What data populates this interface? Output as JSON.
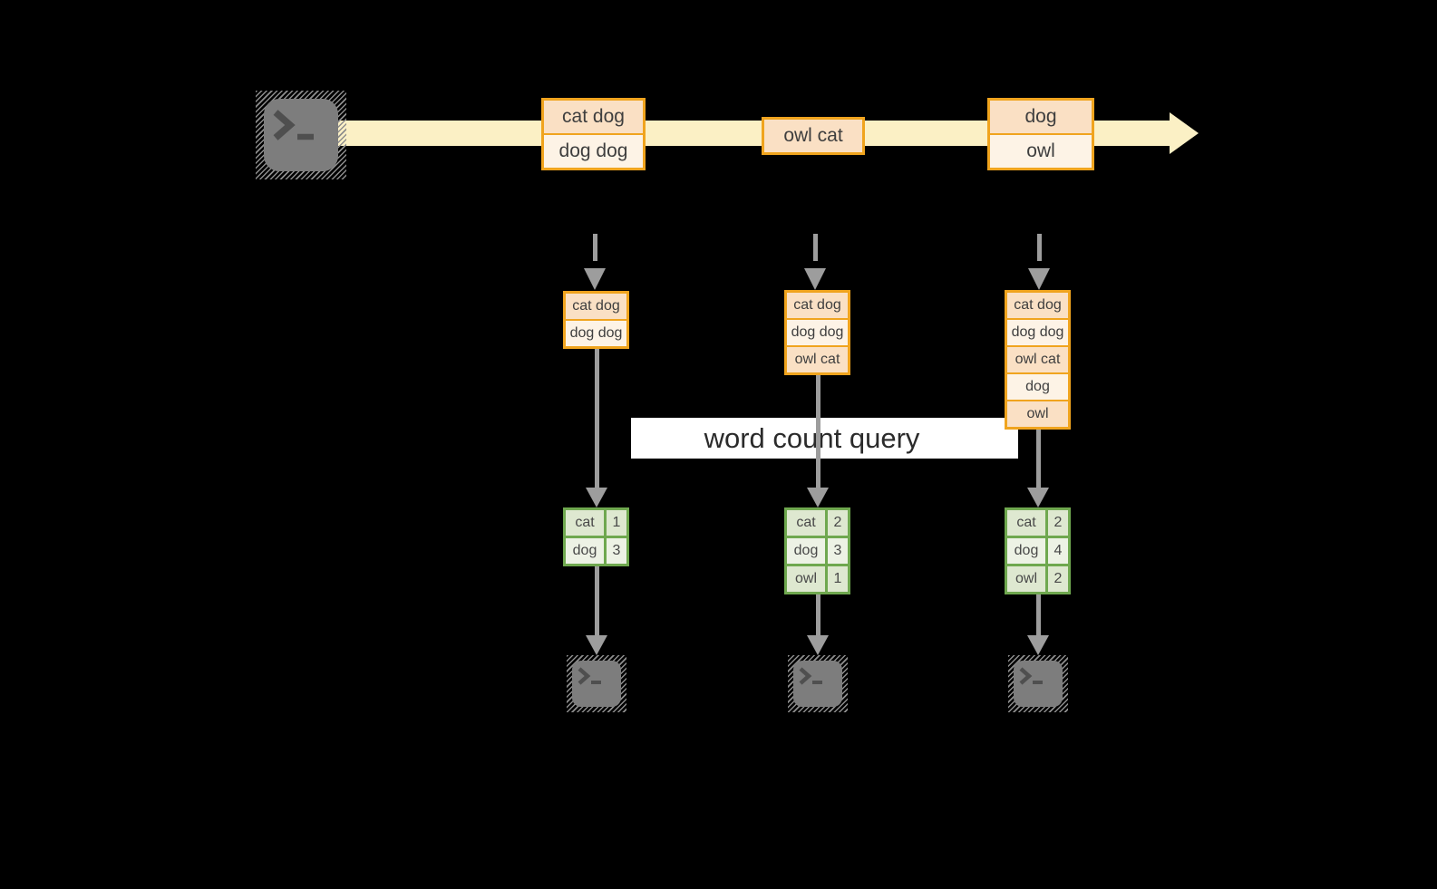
{
  "banner": {
    "label": "word count query"
  },
  "stream": {
    "batches": [
      {
        "cells": [
          "cat dog",
          "dog dog"
        ]
      },
      {
        "cells": [
          "owl cat"
        ]
      },
      {
        "cells": [
          "dog",
          "owl"
        ]
      }
    ]
  },
  "states": [
    {
      "cells": [
        "cat dog",
        "dog dog"
      ]
    },
    {
      "cells": [
        "cat dog",
        "dog dog",
        "owl cat"
      ]
    },
    {
      "cells": [
        "cat dog",
        "dog dog",
        "owl cat",
        "dog",
        "owl"
      ]
    }
  ],
  "counts": [
    {
      "rows": [
        {
          "word": "cat",
          "count": "1"
        },
        {
          "word": "dog",
          "count": "3"
        }
      ]
    },
    {
      "rows": [
        {
          "word": "cat",
          "count": "2"
        },
        {
          "word": "dog",
          "count": "3"
        },
        {
          "word": "owl",
          "count": "1"
        }
      ]
    },
    {
      "rows": [
        {
          "word": "cat",
          "count": "2"
        },
        {
          "word": "dog",
          "count": "4"
        },
        {
          "word": "owl",
          "count": "2"
        }
      ]
    }
  ],
  "icons": {
    "source": "terminal-prompt",
    "sinks": [
      "terminal-prompt",
      "terminal-prompt",
      "terminal-prompt"
    ]
  },
  "colors": {
    "stream_fill": "#FBF0C5",
    "box_border": "#F0A41E",
    "box_fill_dark": "#FAE0C4",
    "box_fill_light": "#FDF3E6",
    "table_border": "#6FA84F",
    "table_fill_dark": "#DEE8D0",
    "table_fill_light": "#EDF2E5",
    "arrow_gray": "#9D9D9D",
    "banner_bg": "#FFFFFF"
  }
}
